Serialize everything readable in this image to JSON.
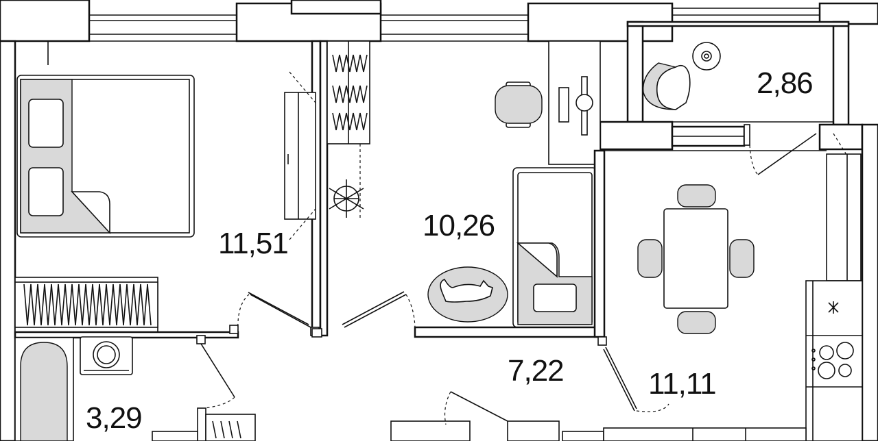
{
  "floor_plan": {
    "rooms": [
      {
        "id": "bedroom",
        "area": "11,51"
      },
      {
        "id": "room",
        "area": "10,26"
      },
      {
        "id": "balcony",
        "area": "2,86"
      },
      {
        "id": "hall",
        "area": "7,22"
      },
      {
        "id": "kitchen",
        "area": "11,11"
      },
      {
        "id": "bathroom",
        "area": "3,29"
      }
    ],
    "colors": {
      "line": "#111111",
      "fill": "#ffffff",
      "accent": "#d9d9d9"
    }
  }
}
